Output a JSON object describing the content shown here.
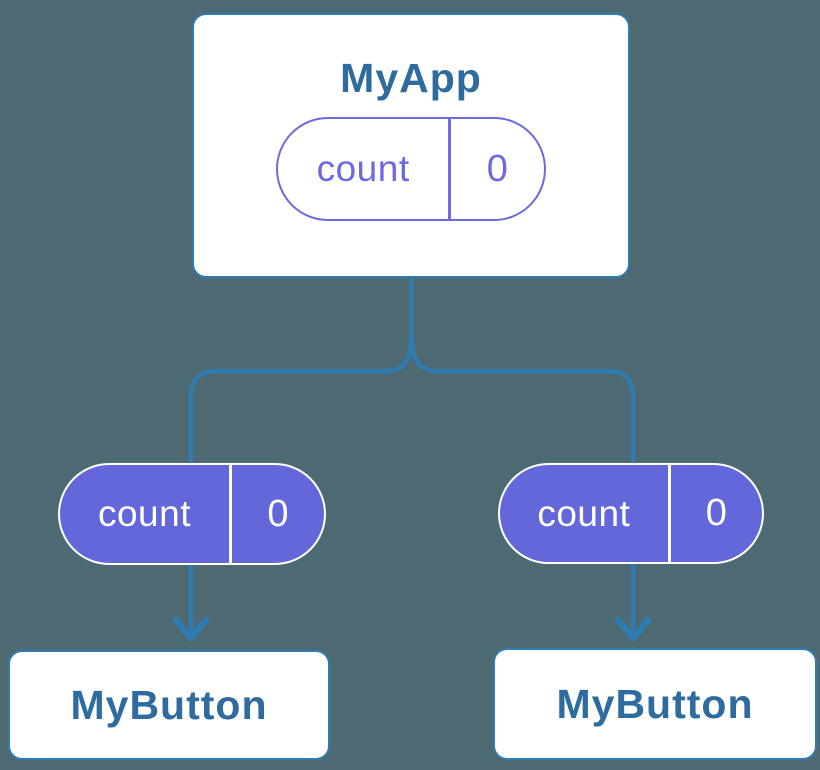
{
  "colors": {
    "background": "#4d6a73",
    "line": "#2e7cb0",
    "card-bg": "#ffffff",
    "card-border": "#2e7cb0",
    "heading-text": "#2e6b9e",
    "purple-fill": "#6467da",
    "purple-outline": "#6d6ade",
    "pill-text-light": "#ffffff"
  },
  "diagram": {
    "root": {
      "title": "MyApp",
      "state": {
        "name": "count",
        "value": "0"
      }
    },
    "children": [
      {
        "title": "MyButton",
        "prop": {
          "name": "count",
          "value": "0"
        }
      },
      {
        "title": "MyButton",
        "prop": {
          "name": "count",
          "value": "0"
        }
      }
    ]
  }
}
